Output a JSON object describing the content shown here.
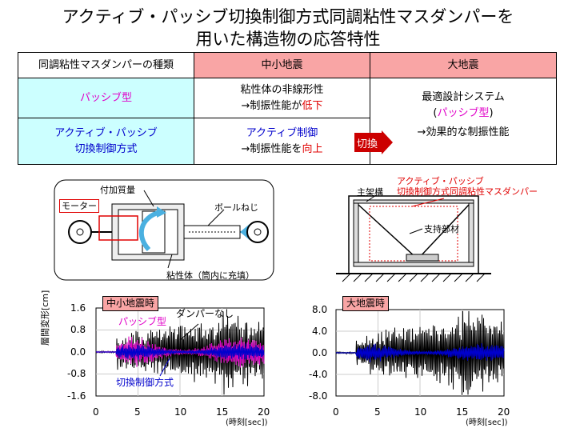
{
  "title": {
    "line1": "アクティブ・パッシブ切換制御方式同調粘性マスダンパーを",
    "line2": "用いた構造物の応答特性"
  },
  "table": {
    "headers": [
      "同調粘性マスダンパーの種類",
      "中小地震",
      "大地震"
    ],
    "row1": {
      "type": "パッシブ型",
      "small_line1": "粘性体の非線形性",
      "small_line2_prefix": "→制振性能が",
      "small_line2_em": "低下"
    },
    "row2": {
      "type_line1": "アクティブ・パッシブ",
      "type_line2": "切換制御方式",
      "small_line1": "アクティブ制御",
      "small_line2_prefix": "→制振性能を",
      "small_line2_em": "向上"
    },
    "large": {
      "line1": "最適設計システム",
      "line2_open": "(",
      "line2_em": "パッシブ型",
      "line2_close": ")",
      "line3": "→効果的な制振性能"
    },
    "switch_label": "切換"
  },
  "device": {
    "motor": "モーター",
    "mass": "付加質量",
    "ballscrew": "ボールねじ",
    "viscous": "粘性体（筒内に充填）"
  },
  "frame": {
    "damper_line1": "アクティブ・パッシブ",
    "damper_line2": "切換制御方式同調粘性マスダンパー",
    "main_frame": "主架構",
    "support": "支持部材"
  },
  "charts": {
    "ylabel": "層間変形[cm]",
    "xlabel": "(時刻[sec])",
    "small": {
      "title": "中小地震時",
      "yticks": [
        "1.6",
        "0.8",
        "0.0",
        "-0.8",
        "-1.6"
      ],
      "xticks": [
        "0",
        "5",
        "10",
        "15",
        "20"
      ],
      "legend_nodamper": "ダンパーなし",
      "legend_passive": "パッシブ型",
      "legend_switch": "切換制御方式"
    },
    "large": {
      "title": "大地震時",
      "yticks": [
        "8.0",
        "4.0",
        "0.0",
        "-4.0",
        "-8.0"
      ],
      "xticks": [
        "0",
        "5",
        "10",
        "15",
        "20"
      ]
    }
  },
  "colors": {
    "header_pink": "#f9a5a5",
    "cyan": "#ccffff",
    "switch_red": "#cc0000",
    "passive_magenta": "#e000c8",
    "active_blue": "#0000cc"
  }
}
